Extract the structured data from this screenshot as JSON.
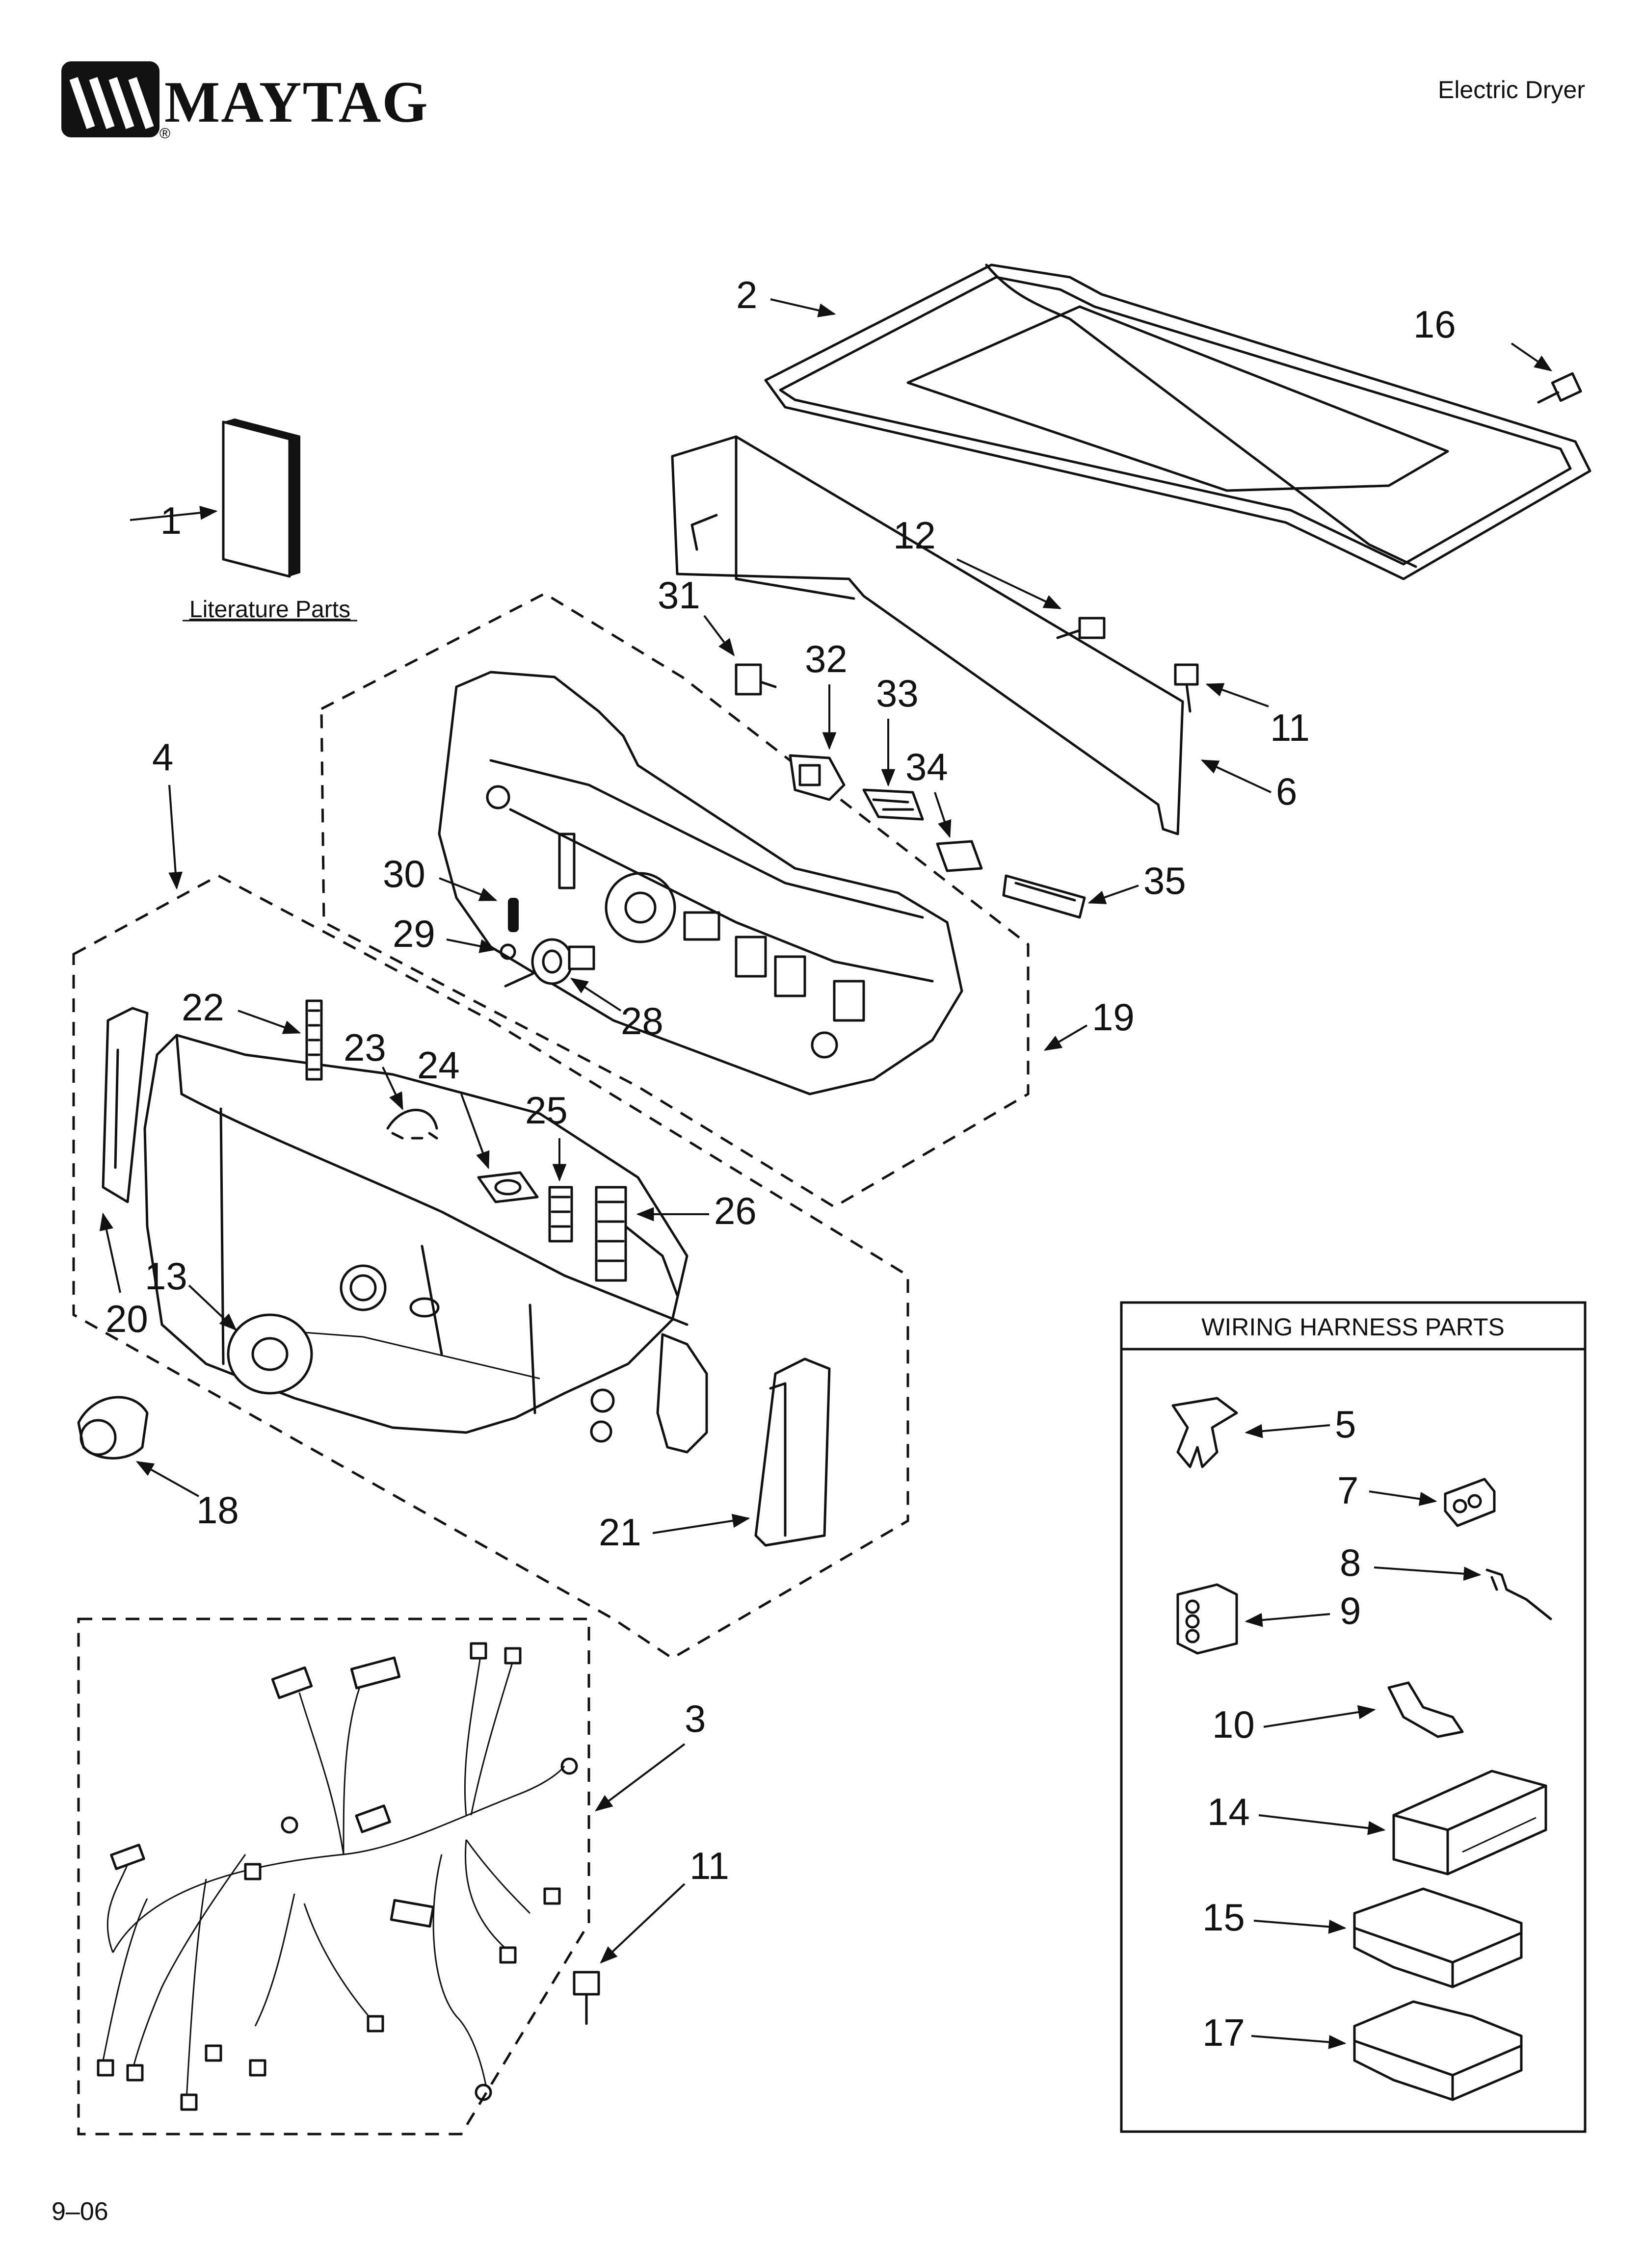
{
  "header": {
    "brand": "MAYTAG",
    "registered": "®",
    "product": "Electric Dryer"
  },
  "literature": {
    "label": "Literature Parts"
  },
  "wiring_box": {
    "title": "WIRING HARNESS PARTS"
  },
  "footer": {
    "date_code": "9–06"
  },
  "callouts": {
    "c1": "1",
    "c2": "2",
    "c3": "3",
    "c4": "4",
    "c5": "5",
    "c6": "6",
    "c7": "7",
    "c8": "8",
    "c9": "9",
    "c10": "10",
    "c11a": "11",
    "c11b": "11",
    "c12": "12",
    "c13": "13",
    "c14": "14",
    "c15": "15",
    "c16": "16",
    "c17": "17",
    "c18": "18",
    "c19": "19",
    "c20": "20",
    "c21": "21",
    "c22": "22",
    "c23": "23",
    "c24": "24",
    "c25": "25",
    "c26": "26",
    "c28": "28",
    "c29": "29",
    "c30": "30",
    "c31": "31",
    "c32": "32",
    "c33": "33",
    "c34": "34",
    "c35": "35"
  }
}
